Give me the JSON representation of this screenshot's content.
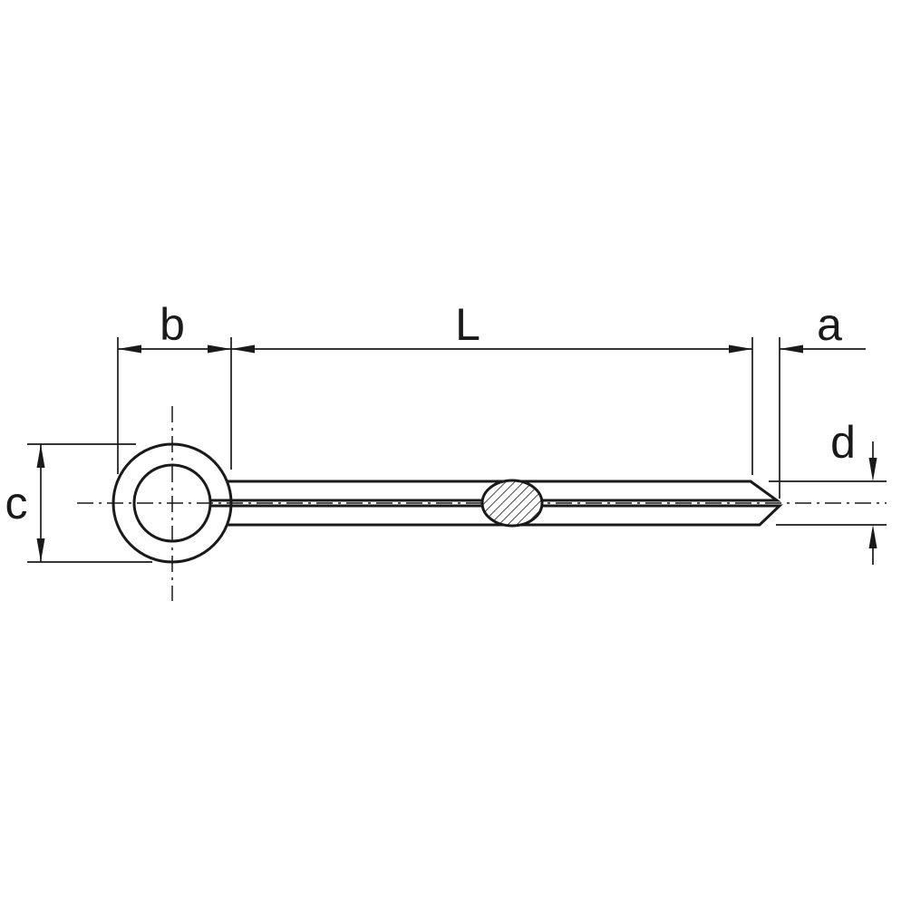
{
  "drawing": {
    "background_color": "#ffffff",
    "line_color": "#1a1a1a",
    "dimension_labels": {
      "b": "b",
      "L": "L",
      "a": "a",
      "d": "d",
      "c": "c"
    }
  }
}
